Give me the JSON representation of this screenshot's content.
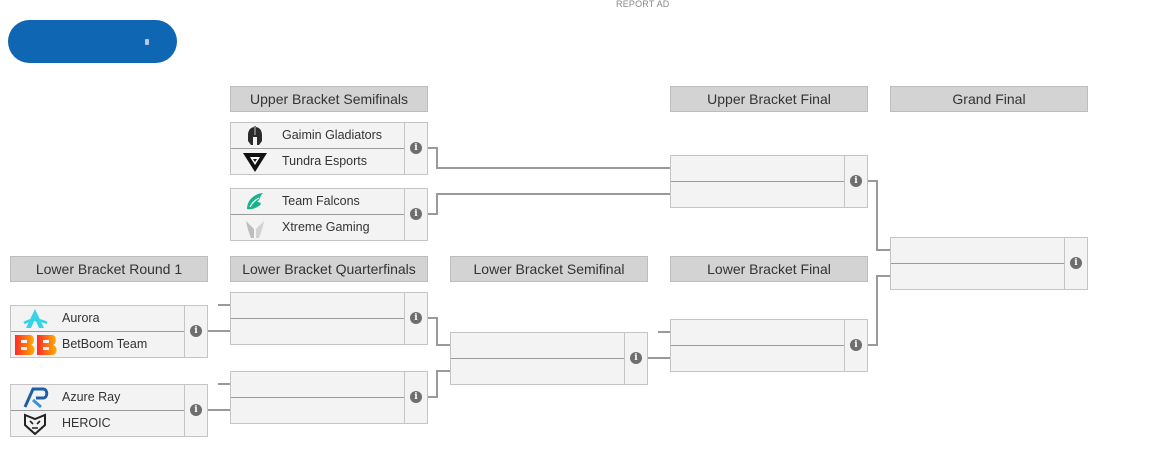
{
  "ad": {
    "label": "REPORT AD"
  },
  "headers": {
    "upper_semis": "Upper Bracket Semifinals",
    "upper_final": "Upper Bracket Final",
    "grand_final": "Grand Final",
    "lower_r1": "Lower Bracket Round 1",
    "lower_qf": "Lower Bracket Quarterfinals",
    "lower_semi": "Lower Bracket Semifinal",
    "lower_final": "Lower Bracket Final"
  },
  "matches": {
    "ubs1": {
      "team1": "Gaimin Gladiators",
      "team2": "Tundra Esports"
    },
    "ubs2": {
      "team1": "Team Falcons",
      "team2": "Xtreme Gaming"
    },
    "lbr1_1": {
      "team1": "Aurora",
      "team2": "BetBoom Team"
    },
    "lbr1_2": {
      "team1": "Azure Ray",
      "team2": "HEROIC"
    }
  },
  "info_glyph": "i",
  "icons": {
    "gaimin": "spartan-helmet-icon",
    "tundra": "tundra-logo-icon",
    "falcons": "falcon-logo-icon",
    "xtreme": "xtreme-logo-icon",
    "aurora": "aurora-logo-icon",
    "betboom": "betboom-logo-icon",
    "azure": "azure-ray-logo-icon",
    "heroic": "heroic-logo-icon"
  },
  "colors": {
    "accent": "#0f66b2",
    "header_bg": "#d3d3d3",
    "match_bg": "#f3f3f3",
    "connector": "#9a9a9a"
  }
}
